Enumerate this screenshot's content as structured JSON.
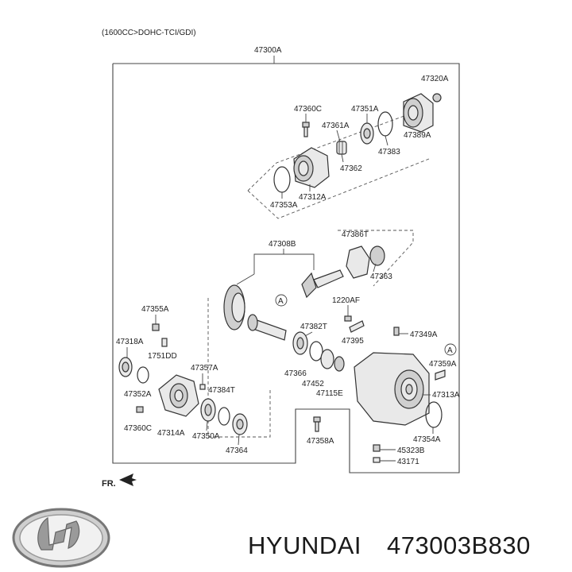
{
  "diagram": {
    "header": "(1600CC>DOHC-TCI/GDI)",
    "assembly": "47300A",
    "labels": {
      "p47320A": "47320A",
      "p47360C_top": "47360C",
      "p47351A": "47351A",
      "p47361A": "47361A",
      "p47389A": "47389A",
      "p47383": "47383",
      "p47362": "47362",
      "p47312A": "47312A",
      "p47353A": "47353A",
      "p47308B": "47308B",
      "p47386T": "47386T",
      "p47363": "47363",
      "p1220AF": "1220AF",
      "p47382T": "47382T",
      "p47349A": "47349A",
      "p47395": "47395",
      "p47355A": "47355A",
      "p47318A": "47318A",
      "p1751DD": "1751DD",
      "p47357A": "47357A",
      "p47359A": "47359A",
      "p47366": "47366",
      "p47452": "47452",
      "p47384T": "47384T",
      "p47352A": "47352A",
      "p47115E": "47115E",
      "p47313A": "47313A",
      "p47360C_bot": "47360C",
      "p47314A": "47314A",
      "p47350A": "47350A",
      "p47358A": "47358A",
      "p47354A": "47354A",
      "p47364": "47364",
      "p45323B": "45323B",
      "p43171": "43171"
    },
    "ref_marker": "A",
    "front_label": "FR."
  },
  "footer": {
    "brand": "HYUNDAI",
    "part_number": "473003B830"
  }
}
